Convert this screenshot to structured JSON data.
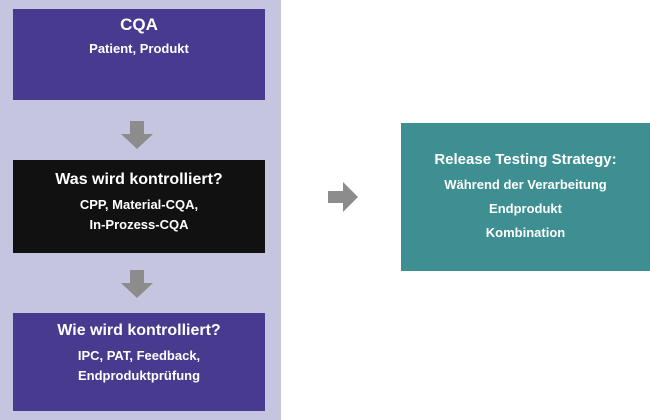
{
  "cqa_box": {
    "title": "CQA",
    "lines": [
      "Patient, Produkt"
    ]
  },
  "control_box": {
    "title": "Was wird kontrolliert?",
    "lines": [
      "CPP, Material-CQA,",
      "In-Prozess-CQA"
    ]
  },
  "method_box": {
    "title": "Wie wird kontrolliert?",
    "lines": [
      "IPC, PAT, Feedback,",
      "Endproduktprüfung"
    ]
  },
  "release_box": {
    "title": "Release Testing Strategy:",
    "lines": [
      "Während der Verarbeitung",
      "Endprodukt",
      "Kombination"
    ]
  },
  "colors": {
    "panel": "#c6c5e0",
    "purple": "#473a8f",
    "black": "#111111",
    "teal": "#3d8f91",
    "arrow": "#8c8c8c"
  },
  "icons": {
    "down_arrow": "arrow-down-icon",
    "right_arrow": "arrow-right-icon"
  }
}
